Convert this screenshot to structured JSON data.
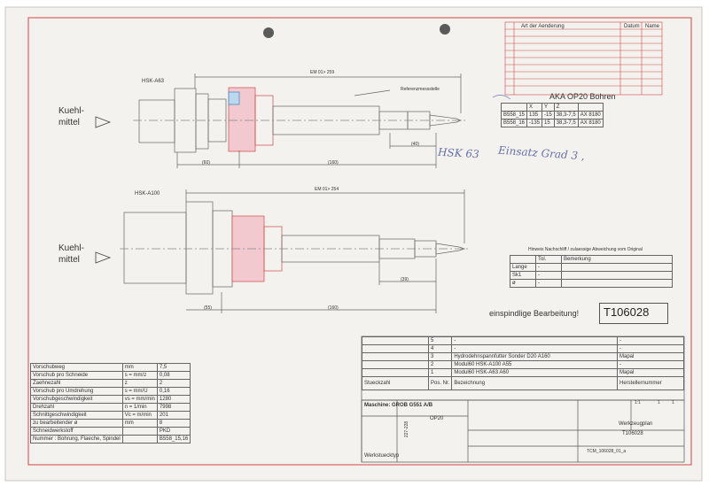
{
  "sheet": {
    "paper": "#f3f2ee",
    "ink": "#333333",
    "red": "#d04848"
  },
  "revision_header": {
    "col1": "Art der Aenderung",
    "col2": "Datum",
    "col3": "Name"
  },
  "view1": {
    "spindle": "HSK-A63",
    "coolant": [
      "Kuehl-",
      "mittel"
    ],
    "overall_dim": "EM 01> 259",
    "reference_note": "Referenzmessstelle",
    "dims": [
      "(60)",
      "(160)",
      "(40)"
    ],
    "hand_note_1": "HSK 63",
    "hand_note_2": "Einsatz Grad 3 ,"
  },
  "op_table": {
    "title": "AKA OP20 Bohren",
    "headers": [
      "",
      "X",
      "Y",
      "Z",
      ""
    ],
    "rows": [
      [
        "B558_15",
        "135",
        "-15",
        "38,3-7,5",
        "AX 8180"
      ],
      [
        "B558_16",
        "-135",
        "15",
        "38,3-7,5",
        "AX 8180"
      ]
    ]
  },
  "view2": {
    "spindle": "HSK-A100",
    "coolant": [
      "Kuehl-",
      "mittel"
    ],
    "overall_dim": "EM 01> 254",
    "dims": [
      "(55)",
      "(160)",
      "(39)"
    ]
  },
  "tolerance_table": {
    "title": "Hinweis Nachschliff / zulaessige Abweichung vom Original",
    "headers": [
      "",
      "Tol.",
      "Bemerkung"
    ],
    "rows": [
      [
        "Lange",
        "-",
        ""
      ],
      [
        "Sk1",
        "-",
        ""
      ],
      [
        "ø",
        "-",
        ""
      ]
    ]
  },
  "note": "einspindlige Bearbeitung!",
  "drawing_number": "T106028",
  "parts_list": {
    "rows": [
      {
        "pos": "5",
        "name": "-",
        "num": "",
        "maker": "-"
      },
      {
        "pos": "4",
        "name": "-",
        "num": "",
        "maker": "-"
      },
      {
        "pos": "3",
        "name": "Hydrodehnspannfutter Sonder D20 A160",
        "num": "",
        "maker": "Mapal"
      },
      {
        "pos": "2",
        "name": "Modul60 HSK-A100 A55",
        "num": "",
        "maker": "-"
      },
      {
        "pos": "1",
        "name": "Modul60 HSK-A63 A60",
        "num": "",
        "maker": "Mapal"
      }
    ],
    "headers": {
      "qty": "Stueckzahl",
      "pos": "Pos. Nr.",
      "name": "Bezeichnung",
      "maker": "Herstellernummer"
    }
  },
  "machine": "Maschine: GROB G551 A/B",
  "op": "OP20",
  "side_code": "227-228",
  "workpiece_label": "Werkstuecktyp",
  "params": [
    [
      "Vorschubweg",
      "mm",
      "7,5"
    ],
    [
      "Vorschub pro Schneide",
      "s = mm/z",
      "0,08"
    ],
    [
      "Zaehnezahl",
      "z",
      "2"
    ],
    [
      "Vorschub pro Umdrehung",
      "s = mm/U",
      "0,16"
    ],
    [
      "Vorschubgeschwindigkeit",
      "vs = mm/min",
      "1280"
    ],
    [
      "Drehzahl",
      "n = 1/min",
      "7998"
    ],
    [
      "Schnittgeschwindigkeit",
      "Vc = m/min",
      "201"
    ],
    [
      "zu bearbeitender ø",
      "mm",
      "8"
    ],
    [
      "Schneidwerkstoff",
      "",
      "PKD"
    ],
    [
      "Nummer : Bohrung, Flaeche, Spindel",
      "",
      "B558_15,16"
    ]
  ],
  "title_block": {
    "doc_type": "Werkzeugplan",
    "number": "T106028",
    "file": "TCM_106028_01_a",
    "scale": "1:1",
    "sheet": "1",
    "of": "1"
  }
}
